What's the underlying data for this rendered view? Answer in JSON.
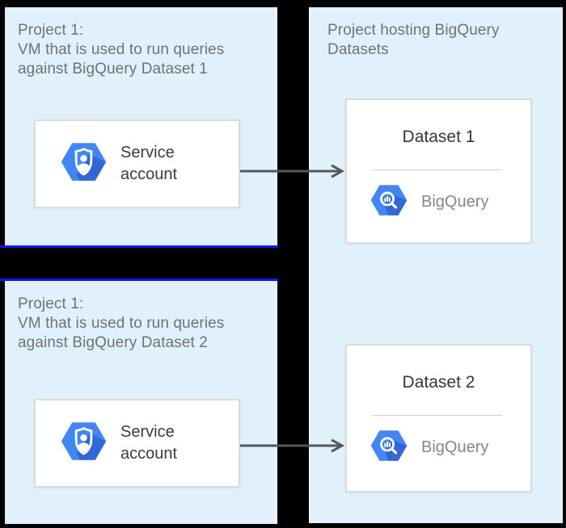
{
  "panels": {
    "project1_top": {
      "line1": "Project 1:",
      "line2": "VM that is used to run queries",
      "line3": "against BigQuery Dataset 1"
    },
    "project1_bottom": {
      "line1": "Project 1:",
      "line2": "VM that is used to run queries",
      "line3": "against BigQuery Dataset 2"
    },
    "hosting": {
      "line1": "Project hosting BigQuery",
      "line2": "Datasets"
    }
  },
  "cards": {
    "service_account_1": {
      "label": "Service account"
    },
    "service_account_2": {
      "label": "Service account"
    },
    "dataset_1": {
      "title": "Dataset 1",
      "product_label": "BigQuery"
    },
    "dataset_2": {
      "title": "Dataset 2",
      "product_label": "BigQuery"
    }
  },
  "icons": {
    "service_account": "service-account-hexagon",
    "bigquery": "bigquery-hexagon",
    "arrow": "right-arrow"
  },
  "colors": {
    "background": "#000000",
    "panel_fill": "#E0F1FB",
    "panel_divider_blue": "#0D16EC",
    "panel_edge_white": "#FFFFFF",
    "card_border": "#D9DBDD",
    "google_blue": "#4285F4",
    "google_blue_shadow": "#3367D6",
    "panel_label_gray": "#6D7377",
    "card_title_dark": "#33373A",
    "bigquery_label_gray": "#83878B",
    "arrow_gray": "#545759",
    "card_divider_gray": "#CFD2D5"
  }
}
